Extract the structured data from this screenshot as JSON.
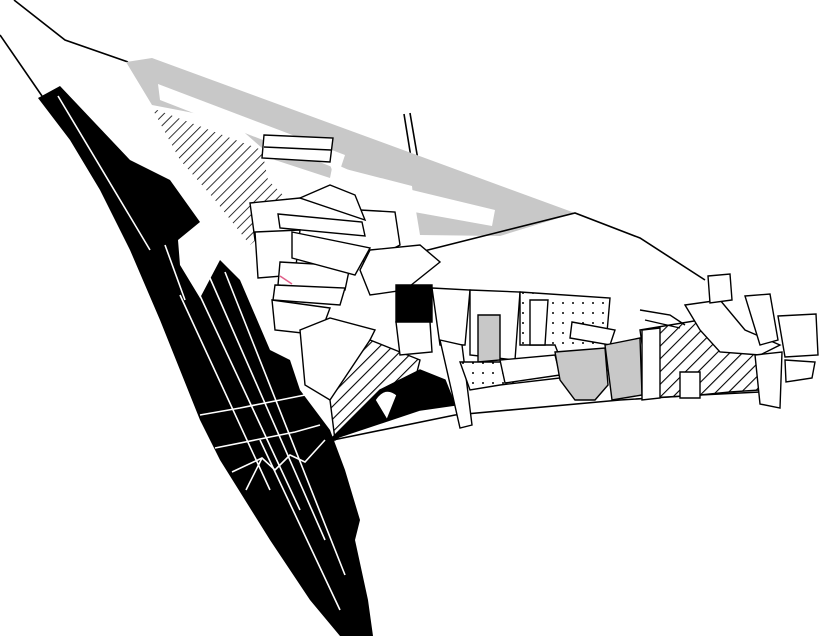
{
  "figure": {
    "kind": "site-plan-diagram",
    "background": "#ffffff",
    "colors": {
      "ink": "#000000",
      "fill_black": "#000000",
      "fill_grey": "#c8c8c8",
      "fill_white": "#ffffff",
      "accent_line": "#e0608a"
    },
    "patterns": [
      "diagonal-hatch",
      "dot-stipple"
    ]
  }
}
